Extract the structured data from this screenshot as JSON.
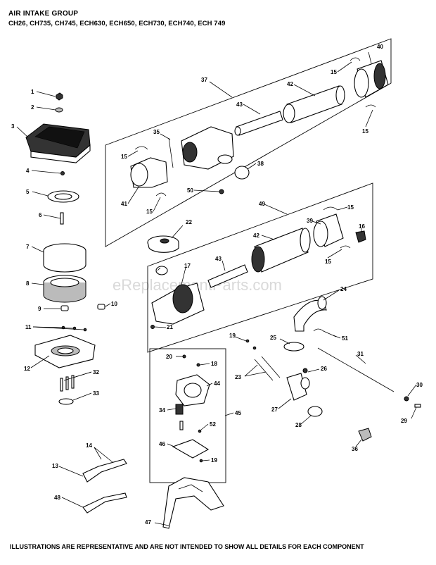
{
  "header": {
    "title": "AIR INTAKE GROUP",
    "models": "CH26, CH735, CH745, ECH630, ECH650, ECH730, ECH740, ECH 749"
  },
  "footer": {
    "disclaimer": "ILLUSTRATIONS ARE REPRESENTATIVE AND ARE NOT INTENDED TO SHOW ALL DETAILS FOR EACH COMPONENT"
  },
  "watermark": "eReplacementParts.com",
  "callouts": {
    "p1": "1",
    "p2": "2",
    "p3": "3",
    "p4": "4",
    "p5": "5",
    "p6": "6",
    "p7": "7",
    "p8": "8",
    "p9": "9",
    "p10": "10",
    "p11": "11",
    "p12": "12",
    "p13": "13",
    "p14": "14",
    "p15a": "15",
    "p15b": "15",
    "p15c": "15",
    "p15d": "15",
    "p15e": "15",
    "p15f": "15",
    "p16": "16",
    "p17": "17",
    "p18": "18",
    "p19a": "19",
    "p19b": "19",
    "p20": "20",
    "p21": "21",
    "p22": "22",
    "p23": "23",
    "p24": "24",
    "p25": "25",
    "p26": "26",
    "p27": "27",
    "p28": "28",
    "p29": "29",
    "p30": "30",
    "p31": "31",
    "p32": "32",
    "p33": "33",
    "p34": "34",
    "p35": "35",
    "p36": "36",
    "p37": "37",
    "p38": "38",
    "p39": "39",
    "p40": "40",
    "p41": "41",
    "p42a": "42",
    "p42b": "42",
    "p43a": "43",
    "p43b": "43",
    "p44": "44",
    "p45": "45",
    "p46": "46",
    "p47": "47",
    "p48": "48",
    "p49": "49",
    "p50": "50",
    "p51": "51",
    "p52": "52"
  }
}
